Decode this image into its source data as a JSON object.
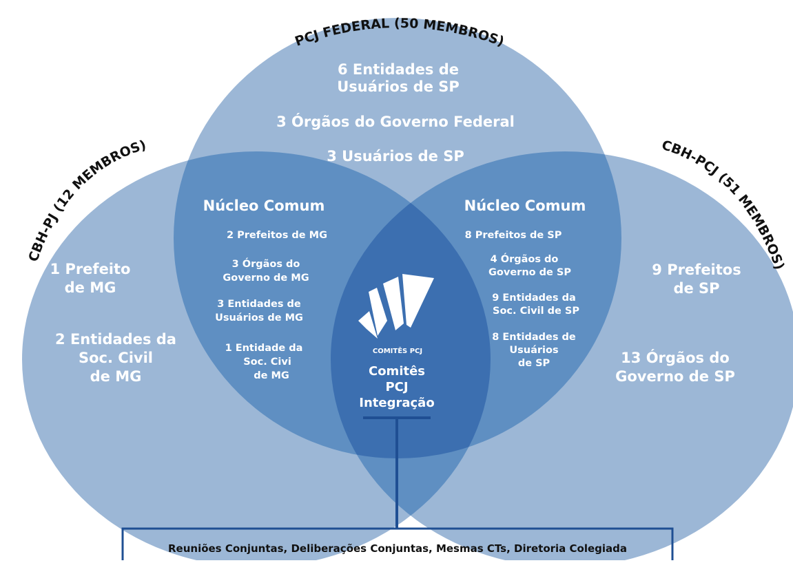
{
  "colors": {
    "circle": "#9cb7d6",
    "overlap2": "#5f8fc2",
    "overlap3": "#3c6fb0",
    "line": "#1f4f93",
    "text_light": "#ffffff",
    "text_dark": "#111111"
  },
  "titles": {
    "top": "PCJ FEDERAL (50 MEMBROS)",
    "left": "CBH-PJ (12 MEMBROS)",
    "right": "CBH-PCJ (51 MEMBROS)"
  },
  "top_circle": {
    "lines": [
      "6 Entidades de",
      "Usuários de SP",
      "3 Órgãos do Governo Federal",
      "3 Usuários de SP"
    ]
  },
  "left_circle": {
    "lines": [
      "1 Prefeito",
      "de MG",
      "2 Entidades da",
      "Soc. Civil",
      "de MG"
    ]
  },
  "right_circle": {
    "lines": [
      "9 Prefeitos",
      "de SP",
      "13 Órgãos do",
      "Governo de SP"
    ]
  },
  "left_overlap": {
    "heading": "Núcleo Comum",
    "lines": [
      "2 Prefeitos de MG",
      "3 Órgãos do",
      "Governo de MG",
      "3 Entidades de",
      "Usuários de MG",
      "1 Entidade da",
      "Soc. Civi",
      "de MG"
    ]
  },
  "right_overlap": {
    "heading": "Núcleo Comum",
    "lines": [
      "8 Prefeitos de SP",
      "4 Órgãos do",
      "Governo de SP",
      "9 Entidades da",
      "Soc. Civil de SP",
      "8 Entidades de",
      "Usuários",
      "de SP"
    ]
  },
  "center": {
    "logo_text": "COMITÊS PCJ",
    "lines": [
      "Comitês",
      "PCJ",
      "Integração"
    ],
    "logo_icon": "comites-pcj-logo-icon"
  },
  "bottom_box": {
    "text": "Reuniões Conjuntas, Deliberações Conjuntas, Mesmas CTs, Diretoria Colegiada"
  }
}
